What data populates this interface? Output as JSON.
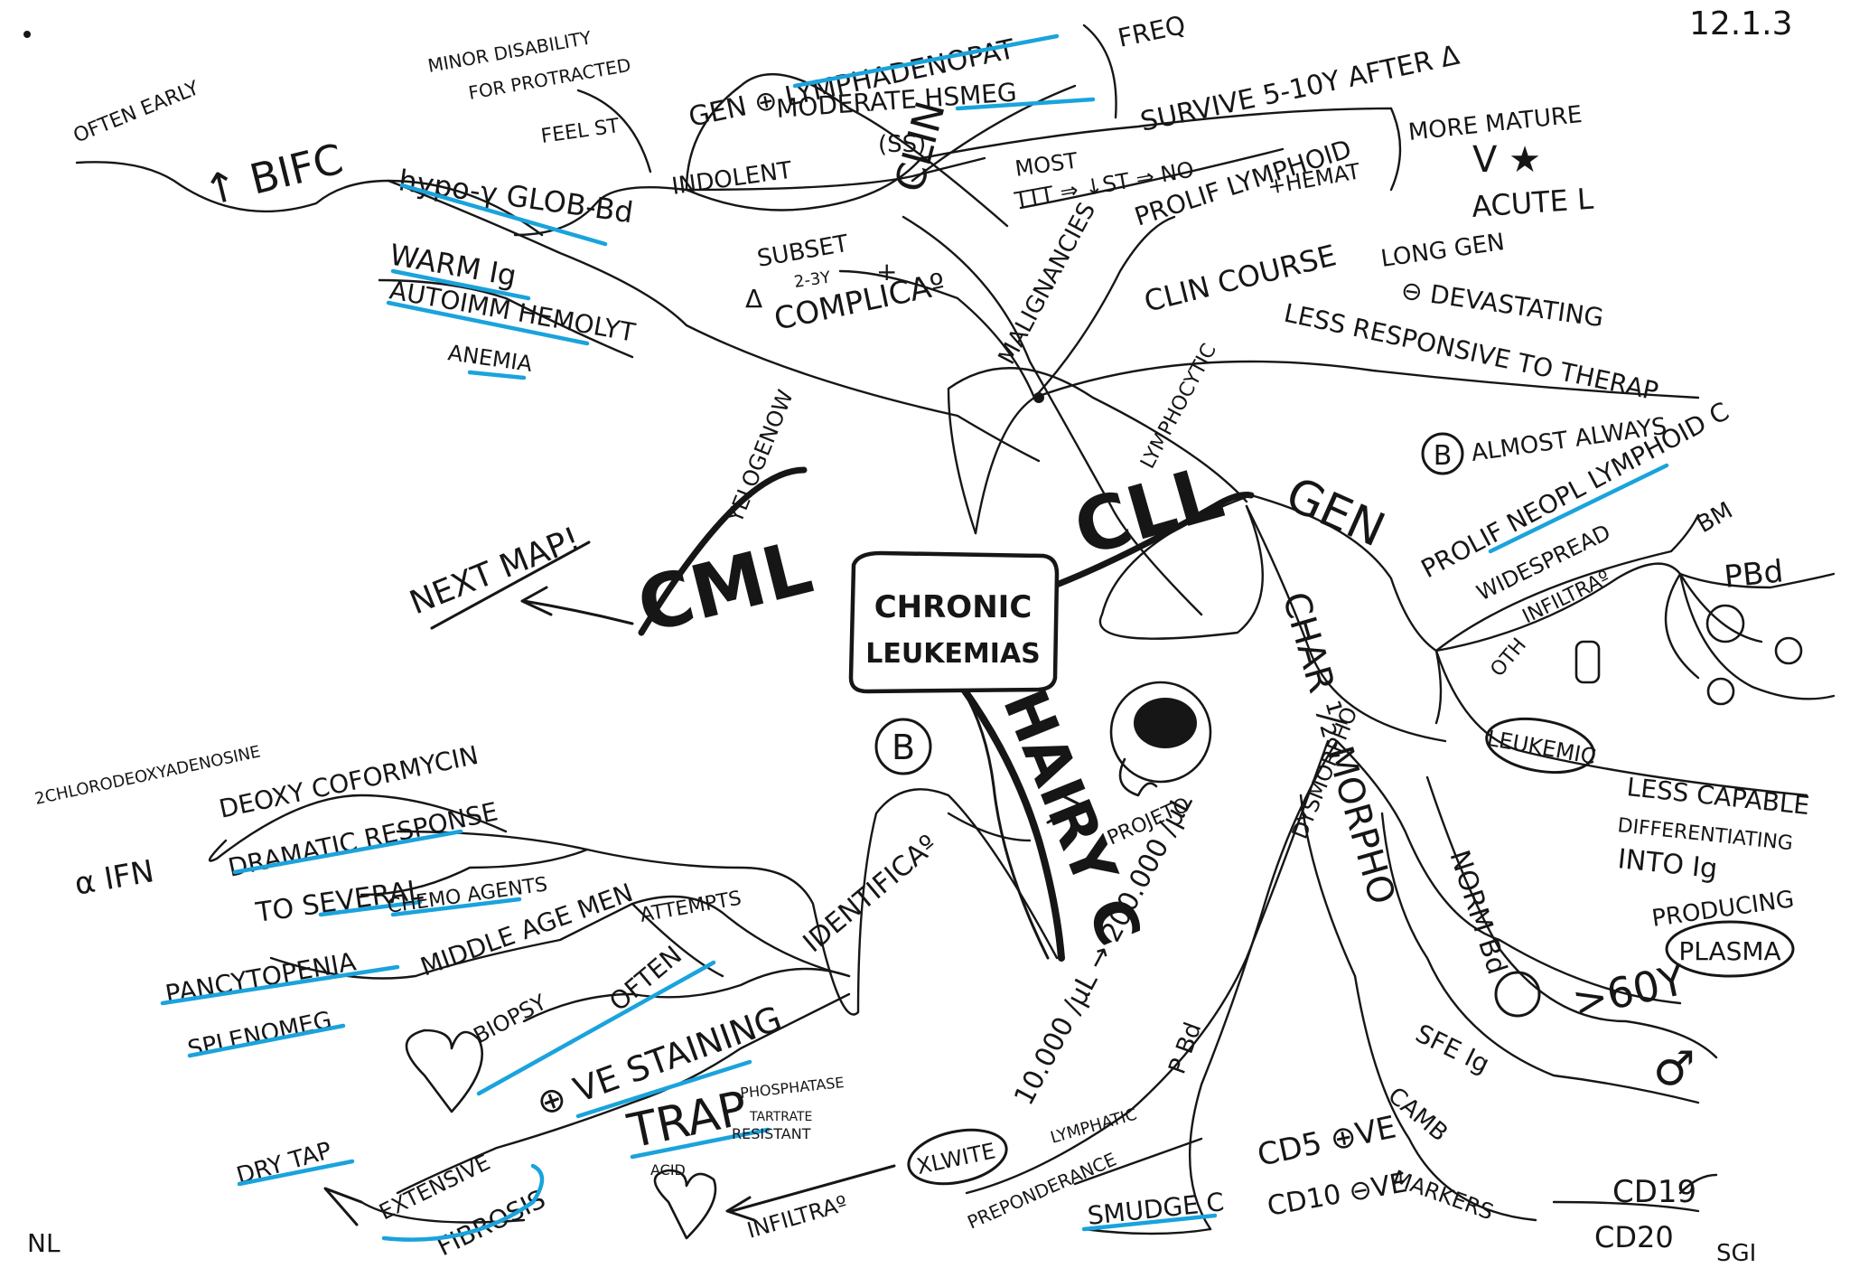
{
  "meta": {
    "date": "12.1.3",
    "author_left": "NL",
    "author_right": "SGI"
  },
  "center": {
    "title_line1": "CHRONIC",
    "title_line2": "LEUKEMIAS"
  },
  "branches": {
    "cml": "CML",
    "cml_sub": "YELOGENOW",
    "next_map": "NEXT MAP!",
    "cll": "CLL",
    "cll_sub": "LYMPHOCYTIC",
    "hairy": "HAIRY C",
    "hairy_b": "B"
  },
  "cll_clin": {
    "clin": "CLIN",
    "indolent": "INDOLENT",
    "gen_lymph": "GEN ⊕ LYMPHADENOPAT",
    "mod_hsmeg": "MODERATE HSMEG",
    "ss": "(SS)",
    "freq": "FREQ",
    "survive": "SURVIVE 5-10Y AFTER Δ",
    "most": "MOST",
    "tx_line": "TTT ⇒ ↓ST ⇒ NO",
    "subset": "SUBSET",
    "years": "2-3Y",
    "plus": "+",
    "delta": "Δ",
    "complica": "COMPLICAº",
    "minor_dis": "MINOR DISABILITY",
    "for_prot": "FOR PROTRACTED",
    "feel_st": "FEEL ST",
    "often_early": "OFTEN EARLY",
    "bifc": "↑ BIFC",
    "hypogamma": "hypo-γ GLOB-Bd",
    "warm": "WARM Ig",
    "autoimm": "AUTOIMM HEMOLYT",
    "anemia": "ANEMIA",
    "malignancies": "MALIGNANCIES",
    "prolif_lymphoid": "PROLIF LYMPHOID",
    "hemat": "+HEMAT",
    "more_mature": "MORE MATURE",
    "v_star": "V ★",
    "acute_l": "ACUTE L",
    "clin_course": "CLIN COURSE",
    "long_gen": "LONG GEN",
    "not_devast": "⊖ DEVASTATING",
    "less_resp": "LESS RESPONSIVE TO THERAP"
  },
  "cll_gen": {
    "gen": "GEN",
    "b_always": "ALMOST ALWAYS",
    "b_circle": "B",
    "prolif_neop": "PROLIF NEOPL LYMPHOID C",
    "widespread": "WIDESPREAD",
    "infiltra": "INFILTRAº",
    "oth": "OTH",
    "pbd": "PBd",
    "bm": "BM",
    "leukemic": "LEUKEMIC",
    "less_capable": "LESS CAPABLE",
    "differentiating": "DIFFERENTIATING",
    "into_ig": "INTO Ig",
    "producing": "PRODUCING",
    "plasma": "PLASMA",
    "char_morpho": "CHAR ½ MORPHO",
    "gt60": ">60Y",
    "male": "♂",
    "norm_bd": "NORM Bd",
    "sfe_ig": "SFE Ig",
    "camb": "CAMB",
    "cd5": "CD5 ⊕VE",
    "cd10": "CD10 ⊖VE",
    "markers": "MARKERS",
    "cd19": "CD19",
    "cd20": "CD20",
    "smudge": "SMUDGE C",
    "pbd2": "P Bd",
    "dysmorpho": "DYSMORPHO",
    "range": "10.000 /μL → 200.000 /μL",
    "xlwite": "XLWITE",
    "prepond": "PREPONDERANCE",
    "lymphatic": "LYMPHATIC"
  },
  "hairy_detail": {
    "projeto": "PROJETO",
    "identifica": "IDENTIFICAº",
    "alpha_ifn": "α IFN",
    "deoxy": "DEOXY COFORMYCIN",
    "chloro": "2CHLORODEOXYADENOSINE",
    "dramatic": "DRAMATIC RESPONSE",
    "to_several": "TO SEVERAL",
    "chemo": "CHEMO AGENTS",
    "middle_age": "MIDDLE AGE MEN",
    "pancyto": "PANCYTOPENIA",
    "splenomeg": "SPLENOMEG",
    "attempts": "ATTEMPTS",
    "often": "OFTEN",
    "biopsy": "BIOPSY",
    "ve_staining": "⊕ VE STAINING",
    "trap": "TRAP",
    "phosphatase": "PHOSPHATASE",
    "tartrate": "TARTRATE",
    "resistant": "RESISTANT",
    "acid": "ACID",
    "dry_tap": "DRY TAP",
    "extensive": "EXTENSIVE",
    "fibrosis": "FIBROSIS",
    "infiltra": "INFILTRAº"
  }
}
